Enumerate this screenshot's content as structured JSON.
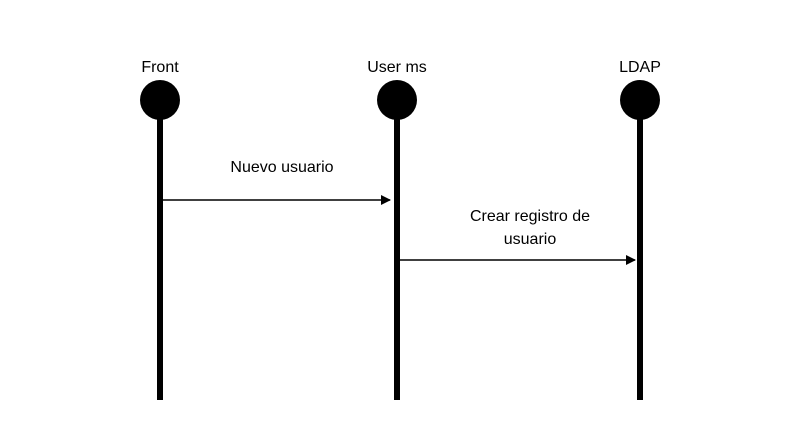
{
  "participants": [
    {
      "name": "Front"
    },
    {
      "name": "User ms"
    },
    {
      "name": "LDAP"
    }
  ],
  "messages": [
    {
      "from": "Front",
      "to": "User ms",
      "label": "Nuevo usuario",
      "label_lines": [
        "Nuevo usuario"
      ]
    },
    {
      "from": "User ms",
      "to": "LDAP",
      "label": "Crear registro de usuario",
      "label_lines": [
        "Crear registro de",
        "usuario"
      ]
    }
  ],
  "colors": {
    "line": "#000000",
    "background": "#ffffff",
    "text": "#000000"
  }
}
